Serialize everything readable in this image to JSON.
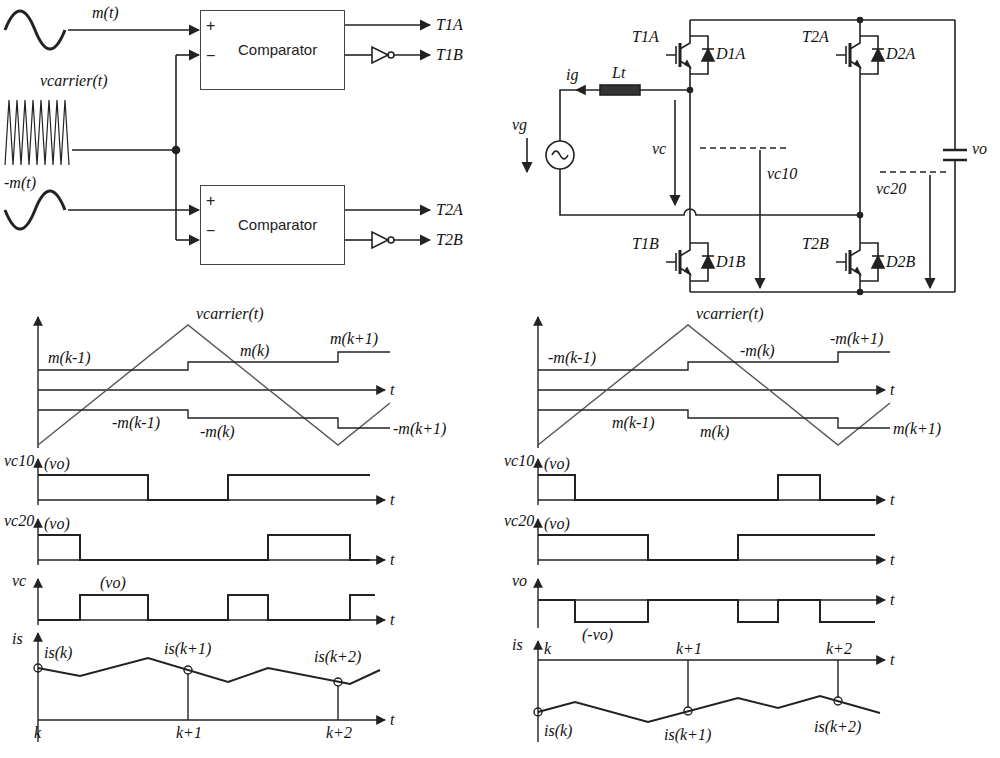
{
  "diagram": {
    "nodes": [
      {
        "text": [
          "+",
          "−",
          "Comparator"
        ]
      },
      {
        "text": [
          "+",
          "−",
          "Comparator"
        ]
      }
    ],
    "labels": [
      "m(t)",
      "vcarrier(t)",
      "-m(t)",
      "T1A",
      "T1B",
      "T2A",
      "T2B",
      "ig",
      "Lt",
      "vg",
      "T1A",
      "D1A",
      "T2A",
      "D2A",
      "vc",
      "vc10",
      "vc20",
      "vo",
      "T1B",
      "D1B",
      "T2B",
      "D2B",
      "vcarrier(t)",
      "m(k-1)",
      "m(k)",
      "m(k+1)",
      "-m(k-1)",
      "-m(k)",
      "-m(k+1)",
      "t",
      "vc10",
      "(vo)",
      "t",
      "vc20",
      "(vo)",
      "t",
      "vc",
      "(vo)",
      "t",
      "is",
      "is(k)",
      "is(k+1)",
      "is(k+2)",
      "k",
      "k+1",
      "k+2",
      "t",
      "vcarrier(t)",
      "-m(k-1)",
      "-m(k)",
      "-m(k+1)",
      "m(k-1)",
      "m(k)",
      "m(k+1)",
      "t",
      "vc10",
      "(vo)",
      "t",
      "vc20",
      "(vo)",
      "t",
      "vo",
      "(-vo)",
      "t",
      "is",
      "k",
      "k+1",
      "k+2",
      "t",
      "is(k)",
      "is(k+1)",
      "is(k+2)"
    ]
  }
}
